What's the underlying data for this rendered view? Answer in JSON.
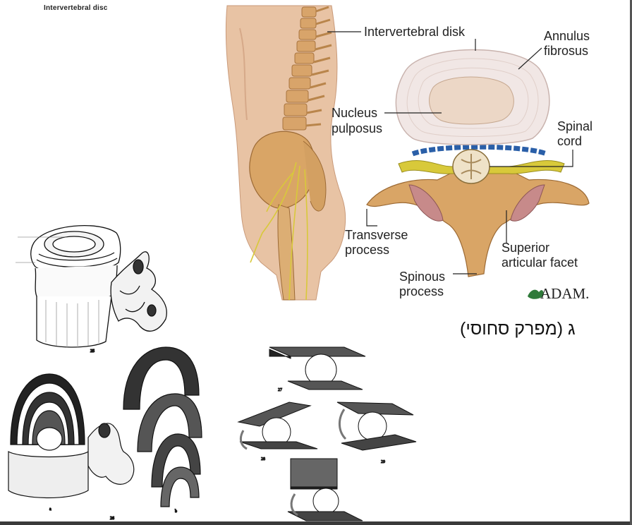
{
  "slide": {
    "small_title": "Intervertebral disc",
    "hebrew_text": "ג (מפרק סחוסי)"
  },
  "adam_figure": {
    "labels": {
      "intervertebral_disk": "Intervertebral disk",
      "annulus_line1": "Annulus",
      "annulus_line2": "fibrosus",
      "nucleus_line1": "Nucleus",
      "nucleus_line2": "pulposus",
      "spinal_line1": "Spinal",
      "spinal_line2": "cord",
      "transverse_line1": "Transverse",
      "transverse_line2": "process",
      "superior_line1": "Superior",
      "superior_line2": "articular facet",
      "spinous_line1": "Spinous",
      "spinous_line2": "process"
    },
    "logo_text": "ADAM."
  },
  "drawings": {
    "fig25": "25",
    "fig26": "26",
    "fig26a": "a",
    "fig26b": "b",
    "fig27": "27",
    "fig28": "28",
    "fig29": "29"
  },
  "colors": {
    "bone": "#d9a566",
    "skin": "#e9c6a8",
    "disc": "#f1e7e5",
    "nerve": "#d8c93a",
    "vein": "#2a5fa8"
  }
}
